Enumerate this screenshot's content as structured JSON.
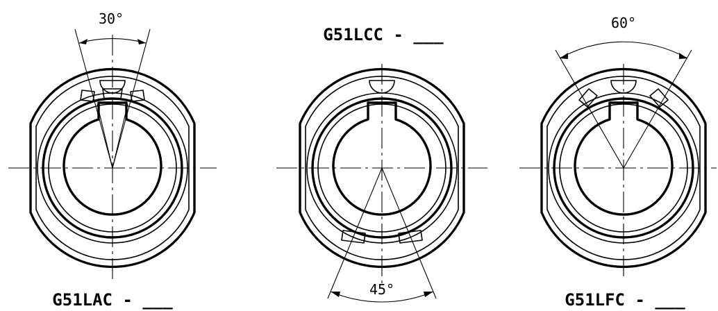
{
  "views": [
    {
      "id": "lac",
      "title": "G51LAC - ___",
      "angle_label": "30°"
    },
    {
      "id": "lcc",
      "title": "G51LCC - ___",
      "angle_label": "45°"
    },
    {
      "id": "lfc",
      "title": "G51LFC - ___",
      "angle_label": "60°"
    }
  ]
}
